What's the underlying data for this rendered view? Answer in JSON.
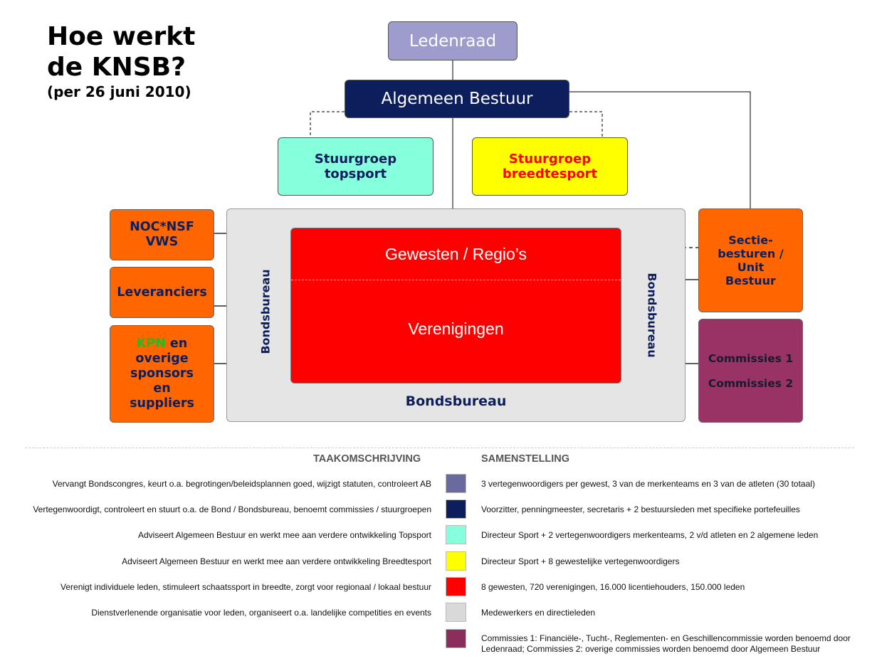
{
  "title_line1": "Hoe werkt",
  "title_line2": "de KNSB?",
  "subtitle": "(per 26 juni 2010)",
  "boxes": {
    "ledenraad": "Ledenraad",
    "algemeen_bestuur": "Algemeen Bestuur",
    "stuurgroep_topsport_1": "Stuurgroep",
    "stuurgroep_topsport_2": "topsport",
    "stuurgroep_breedtesport_1": "Stuurgroep",
    "stuurgroep_breedtesport_2": "breedtesport",
    "gewesten": "Gewesten / Regio’s",
    "verenigingen": "Verenigingen",
    "bondsbureau_left": "Bondsbureau",
    "bondsbureau_right": "Bondsbureau",
    "bondsbureau_bottom": "Bondsbureau",
    "noc_1": "NOC*NSF",
    "noc_2": "VWS",
    "leveranciers": "Leveranciers",
    "kpn_brand": "KPN",
    "kpn_1": " en",
    "kpn_2": "overige",
    "kpn_3": "sponsors",
    "kpn_4": "en",
    "kpn_5": "suppliers",
    "sectie_1": "Sectie-",
    "sectie_2": "besturen /",
    "sectie_3": "Unit",
    "sectie_4": "Bestuur",
    "commissies_1": "Commissies 1",
    "commissies_2": "Commissies 2"
  },
  "legend": {
    "header_task": "TAAKOMSCHRIJVING",
    "header_composition": "SAMENSTELLING",
    "rows": [
      {
        "task": "Vervangt Bondscongres, keurt o.a. begrotingen/beleidsplannen goed, wijzigt statuten, controleert AB",
        "composition": "3 vertegenwoordigers per gewest, 3 van de merkenteams en 3 van de atleten (30 totaal)",
        "color": "#6b6aa0"
      },
      {
        "task": "Vertegenwoordigt, controleert en stuurt o.a. de Bond / Bondsbureau, benoemt commissies / stuurgroepen",
        "composition": "Voorzitter, penningmeester, secretaris + 2 bestuursleden met specifieke portefeuilles",
        "color": "#0d1e5c"
      },
      {
        "task": "Adviseert Algemeen Bestuur en werkt mee aan verdere ontwikkeling Topsport",
        "composition": "Directeur Sport + 2 vertegenwoordigers merkenteams, 2 v/d atleten en 2 algemene leden",
        "color": "#86ffdd"
      },
      {
        "task": "Adviseert Algemeen Bestuur en werkt mee aan verdere ontwikkeling Breedtesport",
        "composition": "Directeur Sport + 8 gewestelijke vertegenwoordigers",
        "color": "#ffff00"
      },
      {
        "task": "Verenigt individuele leden, stimuleert schaatssport in breedte,  zorgt voor regionaal / lokaal bestuur",
        "composition": "8 gewesten, 720 verenigingen, 16.000 licentiehouders, 150.000 leden",
        "color": "#ff0000"
      },
      {
        "task": "Dienstverlenende organisatie voor leden, organiseert o.a. landelijke competities en events",
        "composition": "Medewerkers en directieleden",
        "color": "#d9d9d9"
      },
      {
        "task": "",
        "composition": "Commissies 1: Financiële-, Tucht-, Reglementen- en Geschillencommissie worden benoemd door Ledenraad; Commissies 2: overige commissies worden benoemd door Algemeen Bestuur",
        "color": "#8b2e5e"
      }
    ]
  }
}
